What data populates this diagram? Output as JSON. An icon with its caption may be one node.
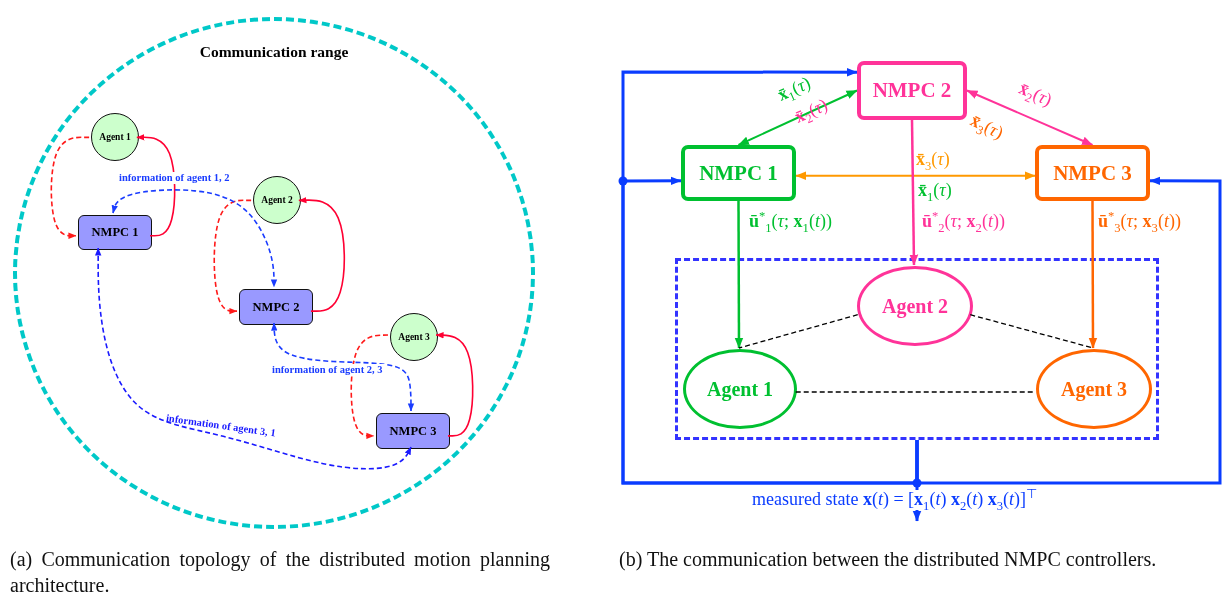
{
  "diagram": {
    "nodes": [
      {
        "text": [
          "Communication range"
        ]
      },
      {
        "text": [
          "Agent 1"
        ],
        "in": 0
      },
      {
        "text": [
          "NMPC 1"
        ],
        "in": 0
      },
      {
        "text": [
          "Agent 2"
        ],
        "in": 0
      },
      {
        "text": [
          "NMPC 2"
        ],
        "in": 0
      },
      {
        "text": [
          "Agent 3"
        ],
        "in": 0
      },
      {
        "text": [
          "NMPC 3"
        ],
        "in": 0
      },
      {
        "text": [
          "NMPC 2"
        ]
      },
      {
        "text": [
          "NMPC 1"
        ]
      },
      {
        "text": [
          "NMPC 3"
        ]
      },
      {
        "text": [],
        "shape": "box"
      },
      {
        "text": [
          "Agent 2"
        ],
        "in": 10
      },
      {
        "text": [
          "Agent 1"
        ],
        "in": 10
      },
      {
        "text": [
          "Agent 3"
        ],
        "in": 10
      }
    ],
    "edges": [
      {
        "from": 1,
        "to": 2,
        "arrow": "to",
        "style": "dashed",
        "color": "#ff1a1a"
      },
      {
        "from": 2,
        "to": 1,
        "arrow": "to",
        "color": "#ff0033"
      },
      {
        "from": 3,
        "to": 4,
        "arrow": "to",
        "style": "dashed",
        "color": "#ff1a1a"
      },
      {
        "from": 4,
        "to": 3,
        "arrow": "to",
        "color": "#ff0033"
      },
      {
        "from": 5,
        "to": 6,
        "arrow": "to",
        "style": "dashed",
        "color": "#ff1a1a"
      },
      {
        "from": 6,
        "to": 5,
        "arrow": "to",
        "color": "#ff0033"
      },
      {
        "from": 2,
        "to": 4,
        "arrow": "both",
        "style": "dashed",
        "color": "#1a3cff",
        "label": "information of agent 1, 2"
      },
      {
        "from": 4,
        "to": 6,
        "arrow": "both",
        "style": "dashed",
        "color": "#1a3cff",
        "label": "information of agent 2, 3"
      },
      {
        "from": 2,
        "to": 6,
        "arrow": "both",
        "style": "dashed",
        "color": "#1a1aff",
        "label": "information of agent 3, 1"
      },
      {
        "from": 8,
        "to": 7,
        "arrow": "both",
        "color": "#00c030",
        "label": "**x̄**$_{1}$(*τ*)"
      },
      {
        "from": 7,
        "to": 9,
        "arrow": "both",
        "color": "#ff3399",
        "label": "**x̄**$_{2}$(*τ*)"
      },
      {
        "from": 8,
        "to": 9,
        "arrow": "both",
        "color": "#ff9900",
        "label": "**x̄**$_{3}$(*τ*)"
      },
      {
        "from": 8,
        "to": 12,
        "arrow": "to",
        "color": "#00c030",
        "label": "**ū**$^{*}$$_{1}$(*τ*; **x**$_{1}$(*t*))"
      },
      {
        "from": 7,
        "to": 11,
        "arrow": "to",
        "color": "#ff3399",
        "label": "**ū**$^{*}$$_{2}$(*τ*; **x**$_{2}$(*t*))"
      },
      {
        "from": 9,
        "to": 13,
        "arrow": "to",
        "color": "#ff6600",
        "label": "**ū**$^{*}$$_{3}$(*τ*; **x**$_{3}$(*t*))"
      },
      {
        "from": 11,
        "to": 12,
        "arrow": "none",
        "style": "dashed",
        "color": "#000000"
      },
      {
        "from": 11,
        "to": 13,
        "arrow": "none",
        "style": "dashed",
        "color": "#000000"
      },
      {
        "from": 12,
        "to": 13,
        "arrow": "none",
        "style": "dashed",
        "color": "#000000"
      },
      {
        "from": 10,
        "to": 7,
        "arrow": "to",
        "color": "#0a3cff"
      },
      {
        "from": 10,
        "to": 8,
        "arrow": "to",
        "color": "#0a3cff"
      },
      {
        "from": 10,
        "to": 9,
        "arrow": "to",
        "color": "#0a3cff"
      },
      {
        "from": 10,
        "to": null,
        "arrow": "to",
        "color": "#0a3cff",
        "label": "measured state **x**(*t*) = [**x**$_{1}$(*t*) **x**$_{2}$(*t*) **x**$_{3}$(*t*)]$^{⊤}$"
      }
    ],
    "labels": [
      "**x̄**$_{2}$(*τ*)",
      "**x̄**$_{3}$(*τ*)",
      "**x̄**$_{1}$(*τ*)",
      "(a) Communication topology of the distributed motion planning architecture.",
      "(b) The communication between the distributed NMPC controllers."
    ]
  }
}
